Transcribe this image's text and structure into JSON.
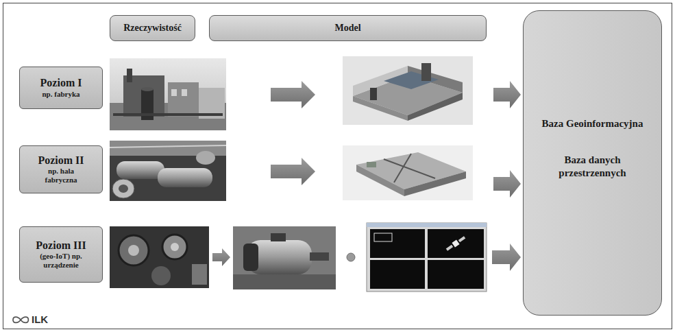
{
  "diagram": {
    "nodes": [
      {
        "text": [
          "Rzeczywistość"
        ]
      },
      {
        "text": [
          "Model"
        ]
      },
      {
        "text": [
          "Poziom I",
          "np. fabryka"
        ]
      },
      {
        "text": [
          "Poziom II",
          "np. hala fabryczna"
        ]
      },
      {
        "text": [
          "Poziom III",
          "(geo-IoT) np. urządzenie"
        ]
      },
      {
        "text": [
          "Baza Geoinformacyjna",
          "Baza danych przestrzennych"
        ]
      }
    ],
    "labels": [
      "ILK"
    ]
  }
}
